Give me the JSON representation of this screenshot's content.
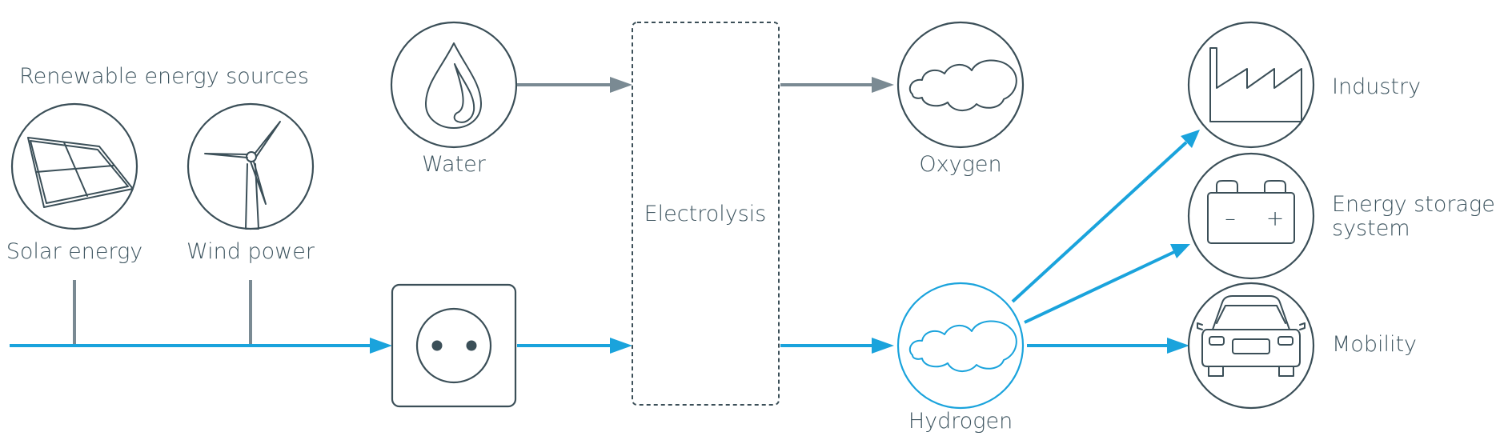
{
  "labels": {
    "renewable_sources": "Renewable energy sources",
    "solar": "Solar energy",
    "wind": "Wind power",
    "water": "Water",
    "electrolysis": "Electrolysis",
    "oxygen": "Oxygen",
    "hydrogen": "Hydrogen",
    "industry": "Industry",
    "energy_storage_line1": "Energy storage",
    "energy_storage_line2": "system",
    "mobility": "Mobility"
  },
  "battery_symbols": {
    "minus": "–",
    "plus": "+"
  },
  "colors": {
    "blue_flow": "#1aa3dc",
    "gray_flow": "#7a8a93",
    "icon_stroke": "#3b4f58",
    "text": "#3e5560"
  }
}
